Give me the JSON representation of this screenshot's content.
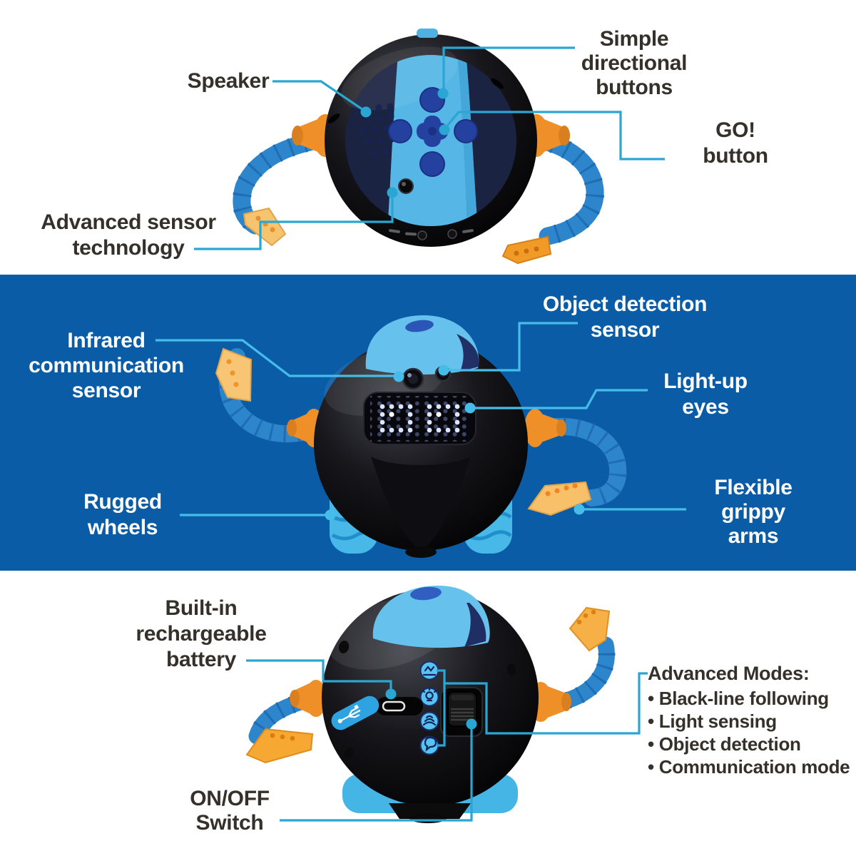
{
  "title": "Robot features diagram",
  "colors": {
    "accent_line": "#2aa6d3",
    "accent_line_on_blue": "#46bde9",
    "panel_blue": "#0a5ca6",
    "ink_dark": "#35302a",
    "ink_light": "#ffffff",
    "body_black": "#0c0c10",
    "cap_light_blue": "#66c2ec",
    "button_navy": "#2441a0",
    "arm_blue": "#2d85cb",
    "shoulder_orange": "#ef8f28",
    "claw_yellow": "#f6c36f",
    "wheel_blue": "#47b8e8",
    "mode_button_blue": "#57c4ef"
  },
  "icons": {
    "mode_button_1": "line-following-icon",
    "mode_button_2": "light-bulb-icon",
    "mode_button_3": "detection-waves-icon",
    "mode_button_4": "speech-bubble-icon"
  },
  "labels": {
    "top": {
      "speaker": "Speaker",
      "directional_buttons": "Simple\ndirectional\nbuttons",
      "go_button": "GO!\nbutton",
      "advanced_sensor": "Advanced sensor\ntechnology"
    },
    "middle": {
      "infrared": "Infrared\ncommunication\nsensor",
      "object_detection": "Object detection\nsensor",
      "light_up_eyes": "Light-up\neyes",
      "rugged_wheels": "Rugged\nwheels",
      "flexible_arms": "Flexible\ngrippy arms"
    },
    "bottom": {
      "battery": "Built-in\nrechargeable\nbattery",
      "advanced_modes_title": "Advanced Modes:",
      "advanced_modes": [
        "Black-line following",
        "Light sensing",
        "Object detection",
        "Communication mode"
      ],
      "on_off": "ON/OFF\nSwitch"
    }
  }
}
